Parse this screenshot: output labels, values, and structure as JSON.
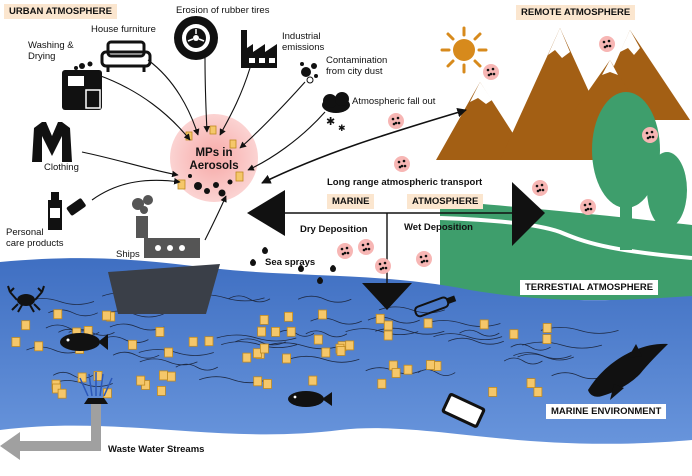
{
  "regions": {
    "urban": "URBAN ATMOSPHERE",
    "remote": "REMOTE ATMOSPHERE",
    "terrestial": "TERRESTIAL ATMOSPHERE",
    "marine_env": "MARINE ENVIRONMENT",
    "marine": "MARINE",
    "atmosphere": "ATMOSPHERE"
  },
  "sources": {
    "washing": "Washing &\nDrying",
    "house_furniture": "House furniture",
    "tires": "Erosion of rubber tires",
    "industrial": "Industrial\nemissions",
    "city_dust": "Contamination\nfrom city dust",
    "fall_out": "Atmospheric fall out",
    "clothing": "Clothing",
    "personal_care": "Personal\ncare products",
    "ships": "Ships"
  },
  "center_label": "MPs in\nAerosols",
  "processes": {
    "long_range": "Long range atmospheric transport",
    "dry_deposition": "Dry Deposition",
    "wet_deposition": "Wet Deposition",
    "sea_sprays": "Sea sprays",
    "waste_water": "Waste Water Streams"
  },
  "colors": {
    "mountain": "#a35f14",
    "tree": "#3e9e6c",
    "land": "#3e9e6c",
    "ocean": "#4a78c8",
    "aerosol_glow": "#f7b6b4",
    "particle": "#f5c76a",
    "label_bg": "#fbe6cf",
    "sun": "#d78a1c"
  },
  "icons": [
    "washing-machine-icon",
    "sofa-icon",
    "tire-icon",
    "factory-icon",
    "dust-icon",
    "cloud-icon",
    "jacket-icon",
    "cosmetic-bottle-icon",
    "ship-icon",
    "crab-icon",
    "fish-icon",
    "dolphin-icon",
    "phone-icon",
    "bottle-icon",
    "sun-icon",
    "drain-pipe-icon"
  ]
}
